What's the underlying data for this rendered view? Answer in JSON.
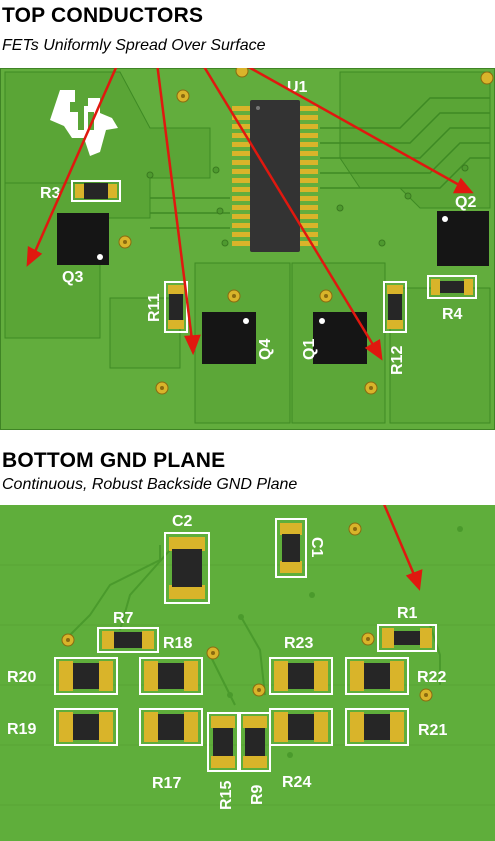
{
  "top": {
    "heading": "TOP CONDUCTORS",
    "subtitle": "FETs Uniformly Spread Over Surface",
    "labels": {
      "u1": "U1",
      "q1": "Q1",
      "q2": "Q2",
      "q3": "Q3",
      "q4": "Q4",
      "r3": "R3",
      "r4": "R4",
      "r11": "R11",
      "r12": "R12"
    }
  },
  "bottom": {
    "heading": "BOTTOM GND PLANE",
    "subtitle": "Continuous, Robust Backside GND Plane",
    "labels": {
      "c1": "C1",
      "c2": "C2",
      "r1": "R1",
      "r7": "R7",
      "r9": "R9",
      "r15": "R15",
      "r17": "R17",
      "r18": "R18",
      "r19": "R19",
      "r20": "R20",
      "r21": "R21",
      "r22": "R22",
      "r23": "R23",
      "r24": "R24"
    }
  },
  "colors": {
    "board": "#5da83a",
    "trace": "#4e9a2f",
    "gold": "#d9b42a",
    "arrow": "#e0180f",
    "silk": "#ffffff"
  }
}
